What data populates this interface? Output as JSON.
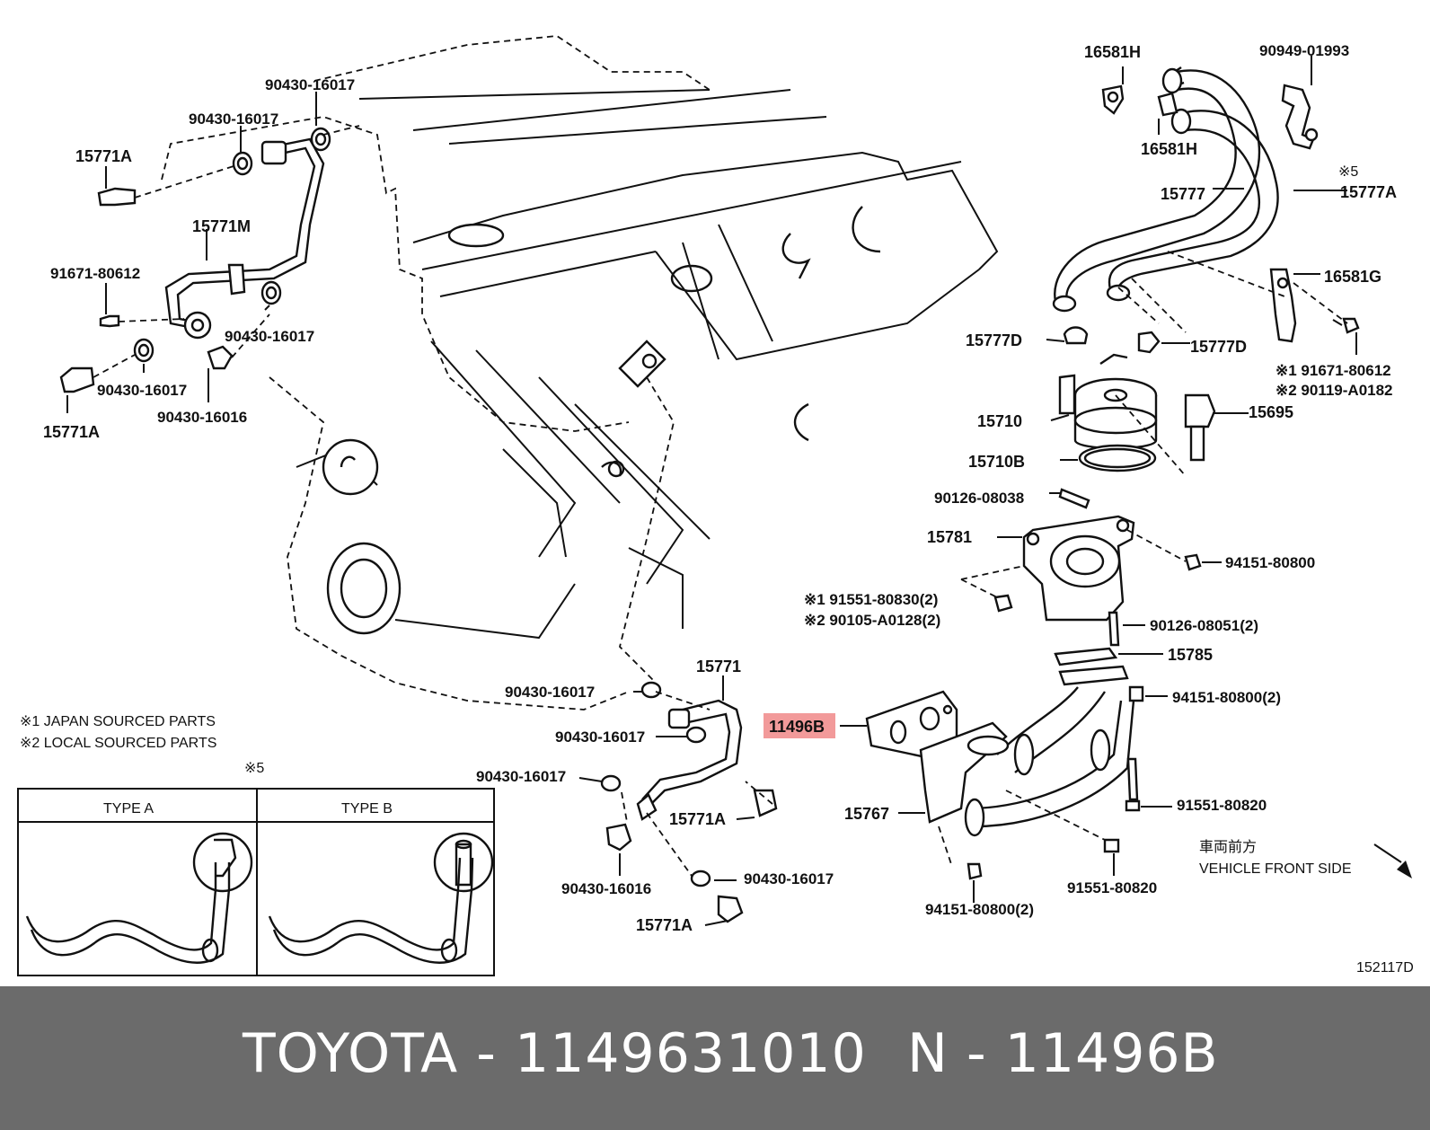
{
  "diagram_code": "152117D",
  "labels": {
    "l_15771A_a": "15771A",
    "l_90430_16017_top": "90430-16017",
    "l_90430_16017_b": "90430-16017",
    "l_15771M": "15771M",
    "l_91671_80612": "91671-80612",
    "l_90430_16017_c": "90430-16017",
    "l_90430_16017_d": "90430-16017",
    "l_90430_16016_a": "90430-16016",
    "l_15771A_b": "15771A",
    "l_16581H_a": "16581H",
    "l_90949_01993": "90949-01993",
    "l_16581H_b": "16581H",
    "l_15777": "15777",
    "l_x5_top": "※5",
    "l_15777A": "15777A",
    "l_16581G": "16581G",
    "l_15777D_a": "15777D",
    "l_15777D_b": "15777D",
    "l_x1_91671": "※1 91671-80612",
    "l_x2_90119": "※2 90119-A0182",
    "l_15710": "15710",
    "l_15695": "15695",
    "l_15710B": "15710B",
    "l_90126_08038": "90126-08038",
    "l_15781": "15781",
    "l_94151_80800_a": "94151-80800",
    "l_x1_91551": "※1 91551-80830(2)",
    "l_x2_90105": "※2 90105-A0128(2)",
    "l_90126_08051": "90126-08051(2)",
    "l_15785": "15785",
    "l_94151_80800_2a": "94151-80800(2)",
    "l_15771": "15771",
    "l_90430_16017_e": "90430-16017",
    "l_90430_16017_f": "90430-16017",
    "l_90430_16017_g": "90430-16017",
    "l_11496B": "11496B",
    "l_15771A_c": "15771A",
    "l_15767": "15767",
    "l_91551_80820_a": "91551-80820",
    "l_90430_16016_b": "90430-16016",
    "l_90430_16017_h": "90430-16017",
    "l_91551_80820_b": "91551-80820",
    "l_94151_80800_2b": "94151-80800(2)",
    "l_15771A_d": "15771A",
    "l_front_jp": "車両前方",
    "l_front_en": "VEHICLE FRONT SIDE"
  },
  "legend": {
    "note1": "※1 JAPAN SOURCED PARTS",
    "note2": "※2 LOCAL SOURCED PARTS",
    "x5": "※5",
    "type_a": "TYPE A",
    "type_b": "TYPE B"
  },
  "footer": {
    "brand_part": "TOYOTA - 1149631010",
    "ref": "N - 11496B"
  },
  "colors": {
    "highlight": "#f29a9a",
    "footer_bg": "#6b6b6b",
    "footer_text": "#ffffff"
  }
}
